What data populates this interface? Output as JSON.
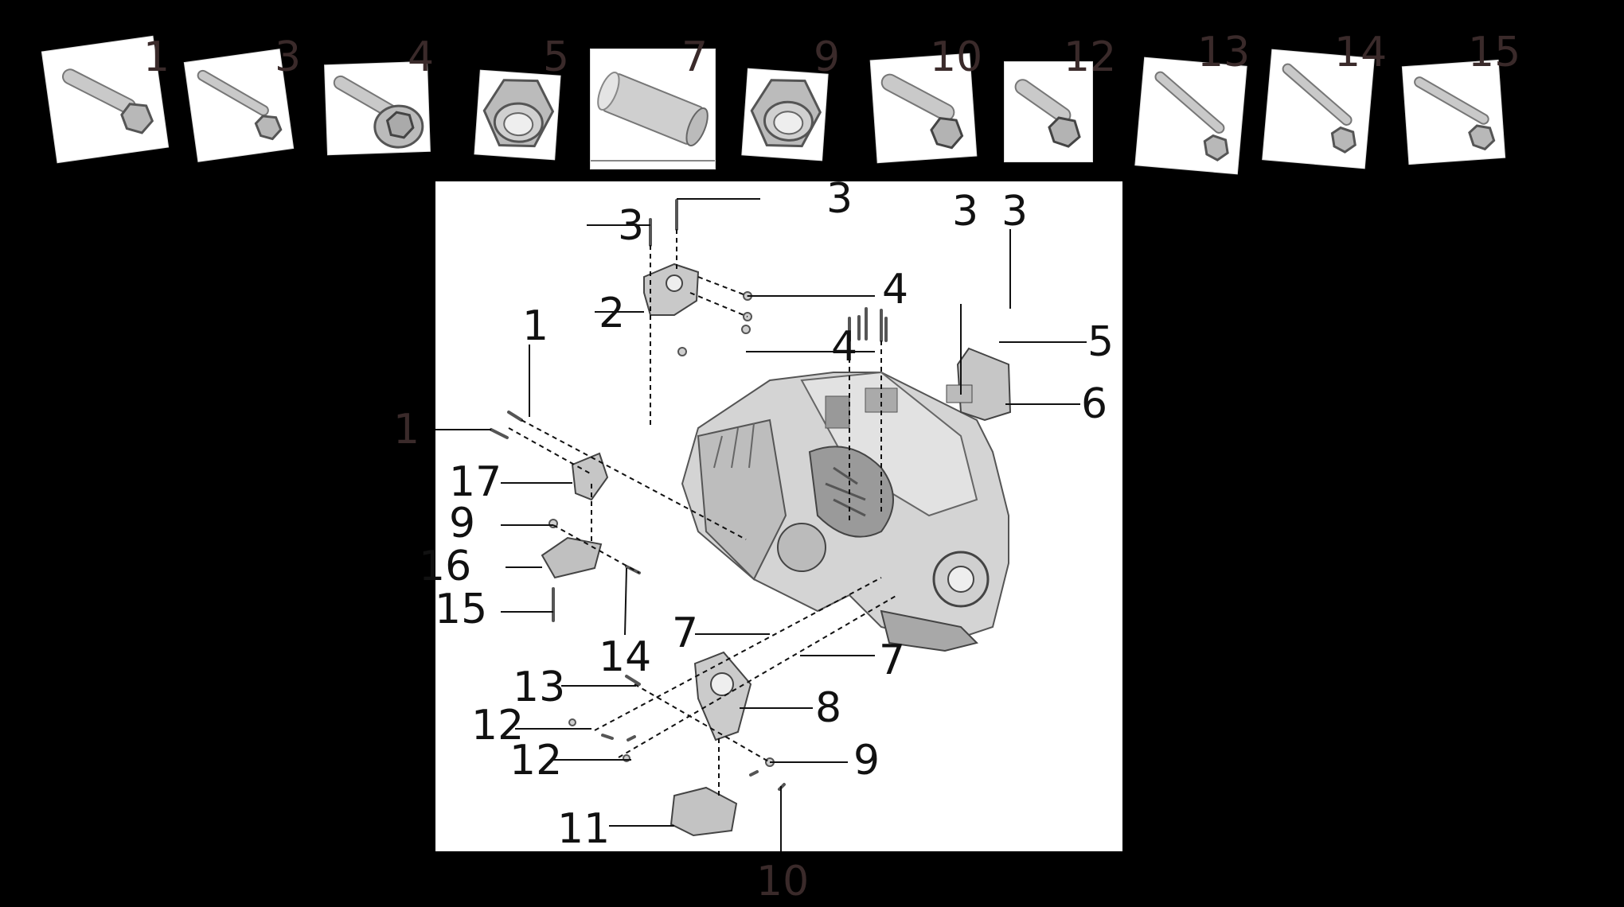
{
  "colors": {
    "background": "#000000",
    "panel": "#ffffff",
    "part": "#c8c8c8",
    "label": "#1a1a1a"
  },
  "thumbnails": [
    {
      "label": "1",
      "icon": "long-flange-bolt-icon"
    },
    {
      "label": "3",
      "icon": "long-flange-bolt-icon"
    },
    {
      "label": "4",
      "icon": "washer-bolt-icon"
    },
    {
      "label": "5",
      "icon": "hex-nut-icon"
    },
    {
      "label": "7",
      "icon": "dowel-pin-icon"
    },
    {
      "label": "9",
      "icon": "hex-nut-icon"
    },
    {
      "label": "10",
      "icon": "flange-bolt-icon"
    },
    {
      "label": "12",
      "icon": "short-flange-bolt-icon"
    },
    {
      "label": "13",
      "icon": "long-flange-bolt-icon"
    },
    {
      "label": "14",
      "icon": "long-flange-bolt-icon"
    },
    {
      "label": "15",
      "icon": "long-flange-bolt-icon"
    }
  ],
  "callouts": [
    "3",
    "3",
    "3",
    "3",
    "2",
    "4",
    "4",
    "5",
    "6",
    "1",
    "1",
    "17",
    "9",
    "16",
    "15",
    "14",
    "7",
    "7",
    "13",
    "12",
    "12",
    "8",
    "9",
    "11",
    "10"
  ]
}
